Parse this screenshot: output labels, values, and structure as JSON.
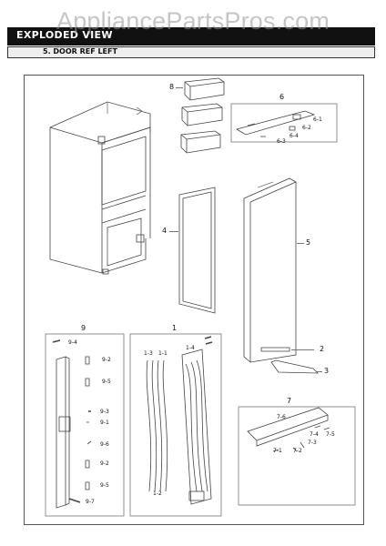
{
  "watermark": "AppliancePartsPros.com",
  "header": {
    "title": "EXPLODED VIEW"
  },
  "section": {
    "title": "5. DOOR REF LEFT"
  },
  "callouts": {
    "c8": "8",
    "c6": "6",
    "c6_1": "6-1",
    "c6_2": "6-2",
    "c6_3": "6-3",
    "c6_4": "6-4",
    "c4": "4",
    "c5": "5",
    "c2": "2",
    "c3": "3",
    "c9": "9",
    "c9_4": "9-4",
    "c9_2a": "9-2",
    "c9_5a": "9-5",
    "c9_3": "9-3",
    "c9_1": "9-1",
    "c9_6": "9-6",
    "c9_2b": "9-2",
    "c9_5b": "9-5",
    "c9_7": "9-7",
    "c1": "1",
    "c1_3": "1-3",
    "c1_1": "1-1",
    "c1_4": "1-4",
    "c1_2": "1-2",
    "c7": "7",
    "c7_6": "7-6",
    "c7_4": "7-4",
    "c7_5": "7-5",
    "c7_3": "7-3",
    "c7_1": "7-1",
    "c7_2": "7-2"
  },
  "colors": {
    "header_bg": "#111111",
    "line": "#555555",
    "watermark": "#969696"
  }
}
